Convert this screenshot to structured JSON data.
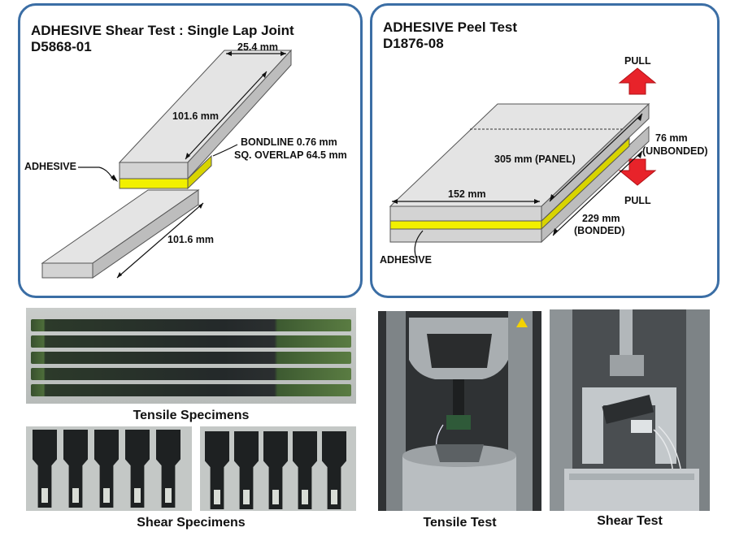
{
  "shear_panel": {
    "title_line1": "ADHESIVE Shear Test : Single Lap Joint",
    "title_line2": "D5868-01",
    "width_label": "25.4 mm",
    "upper_length_label": "101.6 mm",
    "lower_length_label": "101.6 mm",
    "bondline_label": "BONDLINE 0.76 mm",
    "overlap_label": "SQ. OVERLAP 64.5 mm",
    "adhesive_label": "ADHESIVE"
  },
  "peel_panel": {
    "title_line1": "ADHESIVE Peel Test",
    "title_line2": "D1876-08",
    "pull_top_label": "PULL",
    "pull_bottom_label": "PULL",
    "unbonded_value": "76 mm",
    "unbonded_note": "(UNBONDED)",
    "panel_label": "305 mm (PANEL)",
    "width_label": "152 mm",
    "bonded_value": "229 mm",
    "bonded_note": "(BONDED)",
    "adhesive_label": "ADHESIVE"
  },
  "photos": {
    "tensile_specimens_caption": "Tensile Specimens",
    "shear_specimens_caption": "Shear Specimens",
    "tensile_test_caption": "Tensile Test",
    "shear_test_caption": "Shear Test"
  },
  "colors": {
    "panel_border": "#3b6ea5",
    "adhesive": "#f2f000",
    "plate_top": "#e4e4e4",
    "plate_front": "#d3d3d3",
    "plate_side": "#bdbdbd",
    "pull_arrow": "#e8232a"
  }
}
